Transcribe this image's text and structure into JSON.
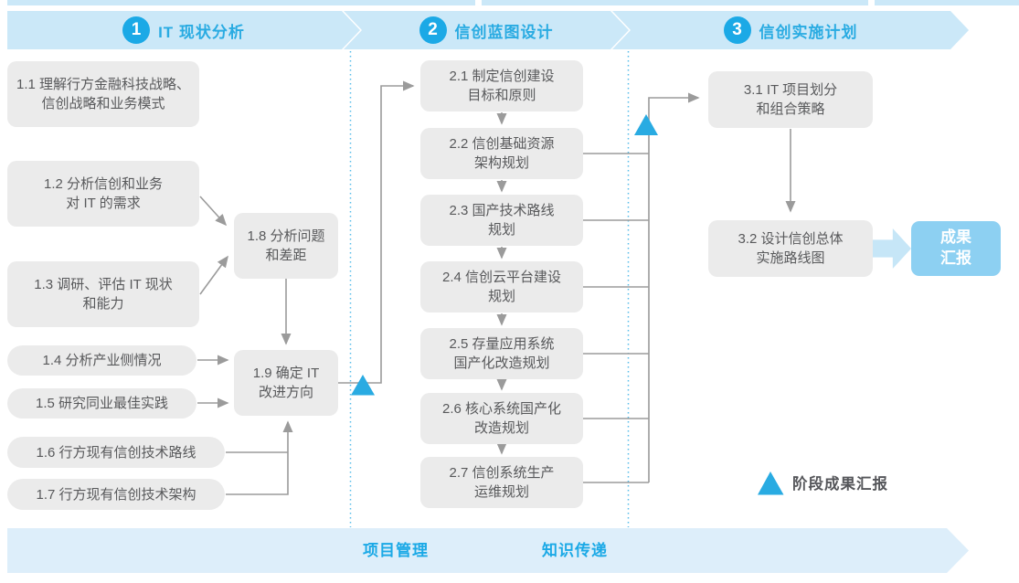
{
  "colors": {
    "accent_blue": "#29abe2",
    "badge_blue": "#1ba9e6",
    "banner_fill": "#cbe8f8",
    "bottom_banner_fill": "#ddeefa",
    "box_fill": "#ebebeb",
    "box_text": "#58595b",
    "connector_gray": "#9b9b9b",
    "dotted_line_blue": "#55bce9",
    "result_box_fill": "#8dd0f2",
    "block_arrow_fill": "#c6e6f7"
  },
  "phases": [
    {
      "number": "1",
      "title": "IT 现状分析"
    },
    {
      "number": "2",
      "title": "信创蓝图设计"
    },
    {
      "number": "3",
      "title": "信创实施计划"
    }
  ],
  "stage1": {
    "box_1_1": [
      "1.1 理解行方金融科技战略、",
      "信创战略和业务模式"
    ],
    "box_1_2": [
      "1.2 分析信创和业务",
      "对 IT 的需求"
    ],
    "box_1_3": [
      "1.3 调研、评估 IT 现状",
      "和能力"
    ],
    "box_1_4": "1.4 分析产业侧情况",
    "box_1_5": "1.5 研究同业最佳实践",
    "box_1_6": "1.6 行方现有信创技术路线",
    "box_1_7": "1.7 行方现有信创技术架构",
    "box_1_8": [
      "1.8 分析问题",
      "和差距"
    ],
    "box_1_9": [
      "1.9 确定 IT",
      "改进方向"
    ]
  },
  "stage2": {
    "box_2_1": [
      "2.1 制定信创建设",
      "目标和原则"
    ],
    "box_2_2": [
      "2.2 信创基础资源",
      "架构规划"
    ],
    "box_2_3": [
      "2.3 国产技术路线",
      "规划"
    ],
    "box_2_4": [
      "2.4 信创云平台建设",
      "规划"
    ],
    "box_2_5": [
      "2.5 存量应用系统",
      "国产化改造规划"
    ],
    "box_2_6": [
      "2.6 核心系统国产化",
      "改造规划"
    ],
    "box_2_7": [
      "2.7 信创系统生产",
      "运维规划"
    ]
  },
  "stage3": {
    "box_3_1": [
      "3.1 IT 项目划分",
      "和组合策略"
    ],
    "box_3_2": [
      "3.2 设计信创总体",
      "实施路线图"
    ],
    "result_box": [
      "成果",
      "汇报"
    ]
  },
  "bottom": {
    "left_label": "项目管理",
    "right_label": "知识传递"
  },
  "legend": {
    "label": "阶段成果汇报"
  }
}
